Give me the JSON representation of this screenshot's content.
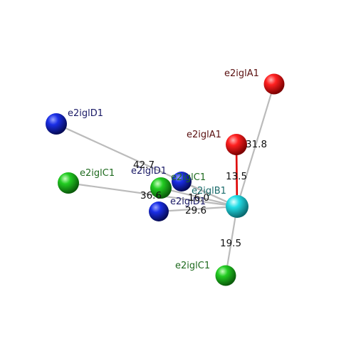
{
  "colors": {
    "red": "#ff1a1a",
    "blue": "#1a2ee6",
    "green": "#22cc22",
    "cyan": "#22dde6",
    "label_red": "#5a1010",
    "label_blue": "#1a1a66",
    "label_green": "#1f6b1f",
    "label_cyan": "#1a6b6b",
    "bond_gray": "#c8c8c8",
    "bond_red": "#dd0000"
  },
  "atoms": {
    "cyan": {
      "label": ""
    },
    "red_top": {
      "label": "e2iglA1"
    },
    "red_mid": {
      "label": "e2iglA1"
    },
    "blue_left": {
      "label": "e2iglD1"
    },
    "green_left": {
      "label": "e2iglC1"
    },
    "blue_mid_upper": {
      "label": "e2iglD1"
    },
    "green_mid": {
      "label": "e2iglC1"
    },
    "blue_mid_lower": {
      "label": "e2iglD1"
    },
    "cyan_text": {
      "label": "e2iglB1"
    },
    "green_bottom": {
      "label": "e2iglC1"
    }
  },
  "distances": {
    "d_red_top": "31.8",
    "d_red_mid": "13.5",
    "d_blue_left": "42.7",
    "d_green_left": "36.6",
    "d_green_mid": "16.0",
    "d_blue_mid_lower": "29.6",
    "d_green_bottom": "19.5"
  }
}
